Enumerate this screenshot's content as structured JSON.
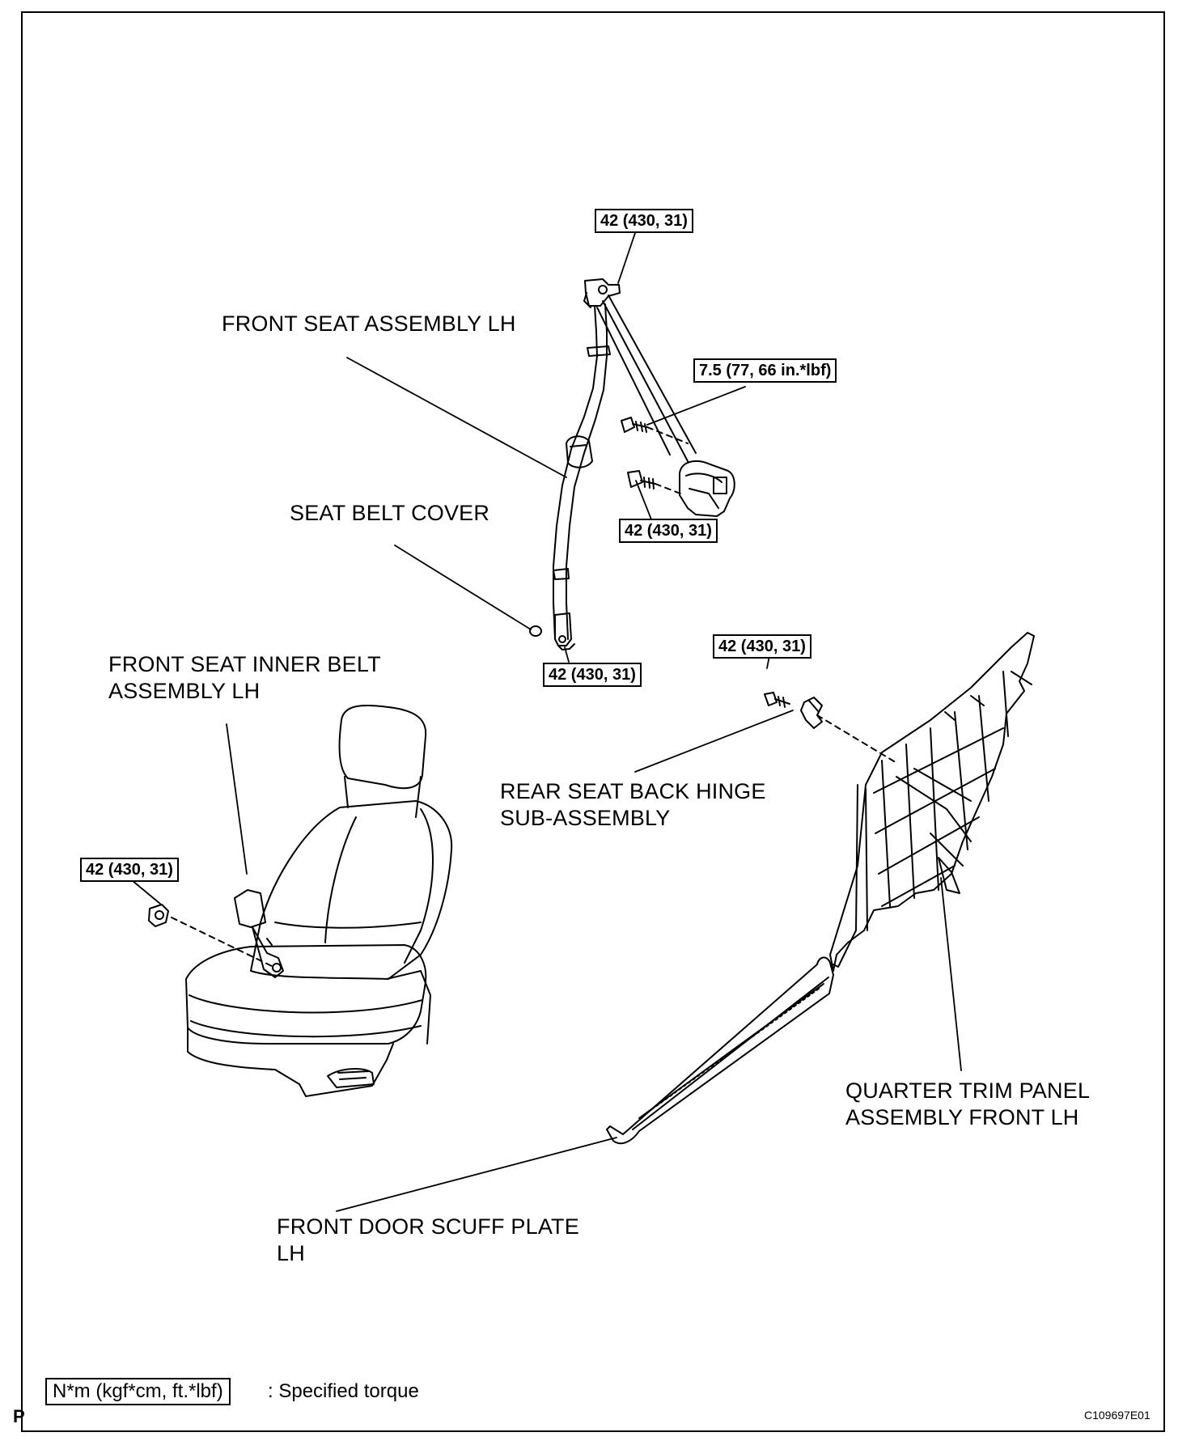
{
  "labels": {
    "front_seat_assembly": "FRONT SEAT ASSEMBLY LH",
    "seat_belt_cover": "SEAT BELT COVER",
    "inner_belt": "FRONT SEAT INNER BELT\nASSEMBLY LH",
    "rear_seat_hinge": "REAR SEAT BACK HINGE\nSUB-ASSEMBLY",
    "quarter_trim": "QUARTER TRIM PANEL\nASSEMBLY FRONT LH",
    "scuff_plate": "FRONT DOOR SCUFF PLATE\nLH"
  },
  "torques": {
    "top_anchor": "42 (430, 31)",
    "retractor_upper": "7.5 (77, 66 in.*lbf)",
    "retractor_lower": "42 (430, 31)",
    "floor_anchor": "42 (430, 31)",
    "hinge_bolt": "42 (430, 31)",
    "seat_nut": "42 (430, 31)"
  },
  "legend": {
    "unit_box": "N*m (kgf*cm, ft.*lbf)",
    "description": ": Specified torque"
  },
  "footer": {
    "page_mark": "P",
    "figure_code": "C109697E01"
  }
}
